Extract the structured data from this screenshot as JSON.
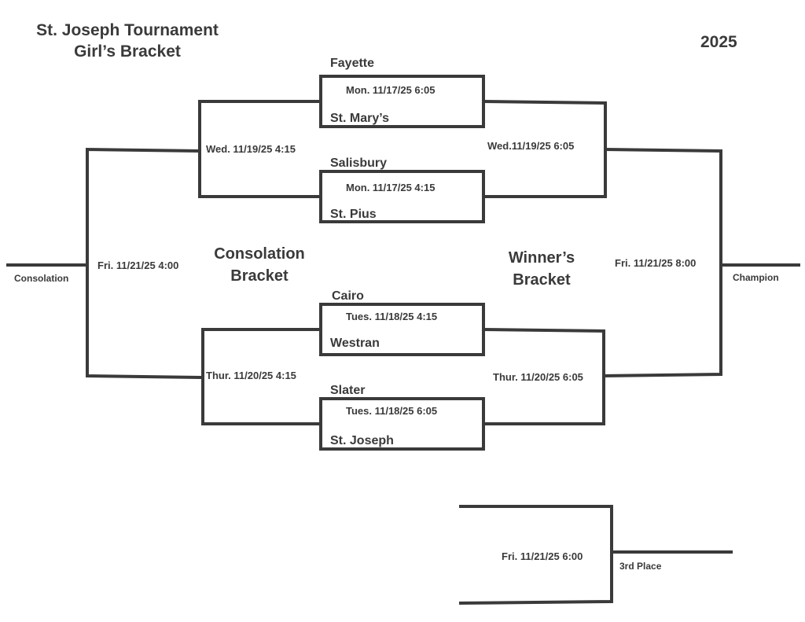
{
  "header": {
    "title_line1": "St. Joseph Tournament",
    "title_line2": "Girl’s Bracket",
    "year": "2025"
  },
  "games": {
    "g1": {
      "date": "Mon. 11/17/25  6:05",
      "top_team": "Fayette",
      "bottom_team": "St. Mary’s"
    },
    "g2": {
      "date": "Mon. 11/17/25  4:15",
      "top_team": "Salisbury",
      "bottom_team": "St. Pius"
    },
    "g3": {
      "date": "Tues. 11/18/25  4:15",
      "top_team": "Cairo",
      "bottom_team": "Westran"
    },
    "g4": {
      "date": "Tues. 11/18/25  6:05",
      "top_team": "Slater",
      "bottom_team": "St. Joseph"
    }
  },
  "consolation": {
    "semi_top_date": "Wed. 11/19/25 4:15",
    "semi_bottom_date": "Thur. 11/20/25 4:15",
    "final_date": "Fri. 11/21/25 4:00",
    "result_label": "Consolation",
    "bracket_label_line1": "Consolation",
    "bracket_label_line2": "Bracket"
  },
  "winners": {
    "semi_top_date": "Wed.11/19/25 6:05",
    "semi_bottom_date": "Thur. 11/20/25 6:05",
    "final_date": "Fri. 11/21/25 8:00",
    "result_label": "Champion",
    "bracket_label_line1": "Winner’s",
    "bracket_label_line2": "Bracket"
  },
  "third_place": {
    "date": "Fri. 11/21/25 6:00",
    "result_label": "3rd Place"
  },
  "colors": {
    "line": "#3a3a3a",
    "text": "#3a3a3a",
    "background": "#ffffff"
  }
}
